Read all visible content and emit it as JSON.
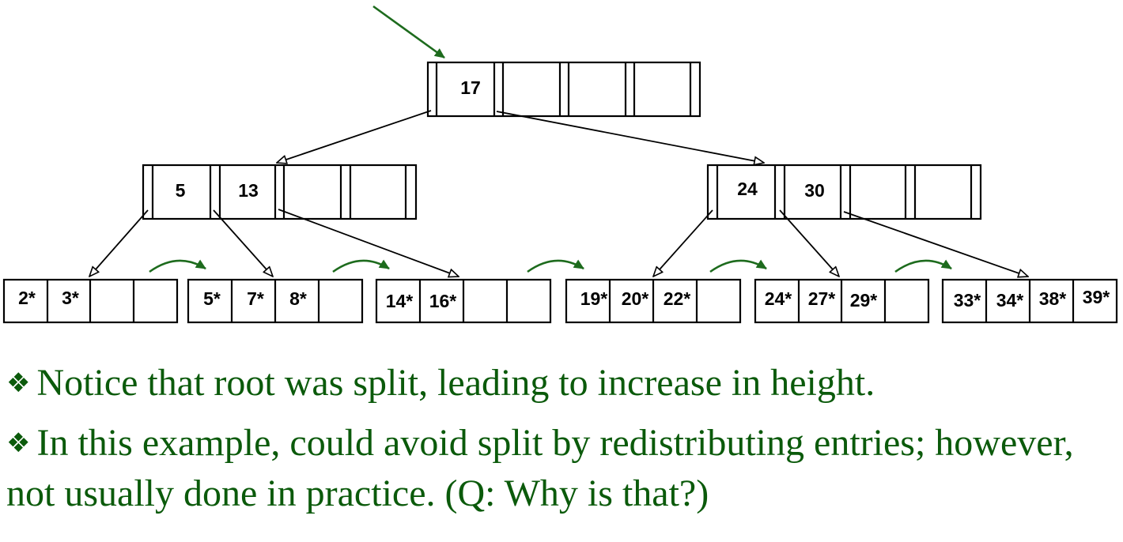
{
  "tree": {
    "root": {
      "keys": [
        "17"
      ]
    },
    "inner": [
      {
        "id": "left",
        "keys": [
          "5",
          "13"
        ]
      },
      {
        "id": "right",
        "keys": [
          "24",
          "30"
        ]
      }
    ],
    "leaves": [
      {
        "entries": [
          "2*",
          "3*",
          "",
          ""
        ]
      },
      {
        "entries": [
          "5*",
          "7*",
          "8*",
          ""
        ]
      },
      {
        "entries": [
          "14*",
          "16*",
          "",
          ""
        ]
      },
      {
        "entries": [
          "19*",
          "20*",
          "22*",
          ""
        ]
      },
      {
        "entries": [
          "24*",
          "27*",
          "29*",
          ""
        ]
      },
      {
        "entries": [
          "33*",
          "34*",
          "38*",
          "39*"
        ]
      }
    ]
  },
  "bullets": [
    {
      "symbol": "❖",
      "text": "Notice that root was split, leading to increase in height."
    },
    {
      "symbol": "❖",
      "text": "In this example, could avoid split by redistributing entries; however, not usually done in practice.  (Q: Why is that?)"
    }
  ],
  "colors": {
    "text": "#0b5a0b",
    "arrow_green": "#1d6b1d",
    "lines": "#000000"
  }
}
